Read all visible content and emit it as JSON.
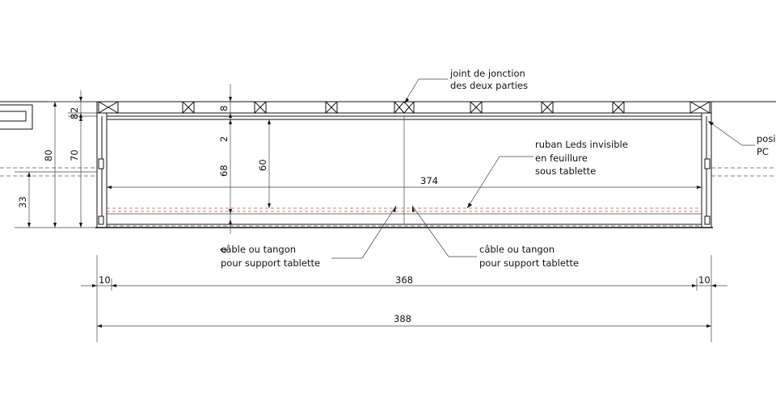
{
  "labels": {
    "joint_line1": "joint de jonction",
    "joint_line2": "des deux parties",
    "ruban_line1": "ruban Leds invisible",
    "ruban_line2": "en feuillure",
    "ruban_line3": "sous tablette",
    "cable_left_line1": "câble ou tangon",
    "cable_left_line2": "pour support tablette",
    "cable_right_line1": "câble ou tangon",
    "cable_right_line2": "pour support tablette",
    "posi_line1": "posi",
    "posi_line2": "PC"
  },
  "dimensions": {
    "d33": "33",
    "d80": "80",
    "d70": "70",
    "d2a": "2",
    "d8a": "8",
    "d8b": "8",
    "d2b": "2",
    "d68": "68",
    "d4": "4",
    "d60": "60",
    "d374": "374",
    "d10_left": "10",
    "d368": "368",
    "d10_right": "10",
    "d388": "388"
  }
}
